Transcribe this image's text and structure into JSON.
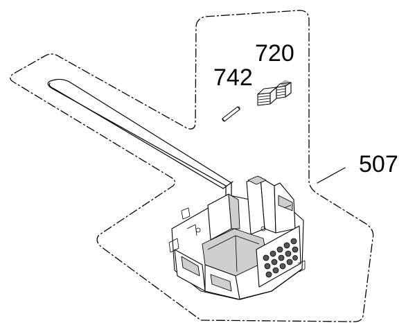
{
  "callouts": {
    "part_720": "720",
    "part_742": "742",
    "part_507": "507"
  },
  "colors": {
    "ink": "#000000",
    "background": "#ffffff"
  }
}
